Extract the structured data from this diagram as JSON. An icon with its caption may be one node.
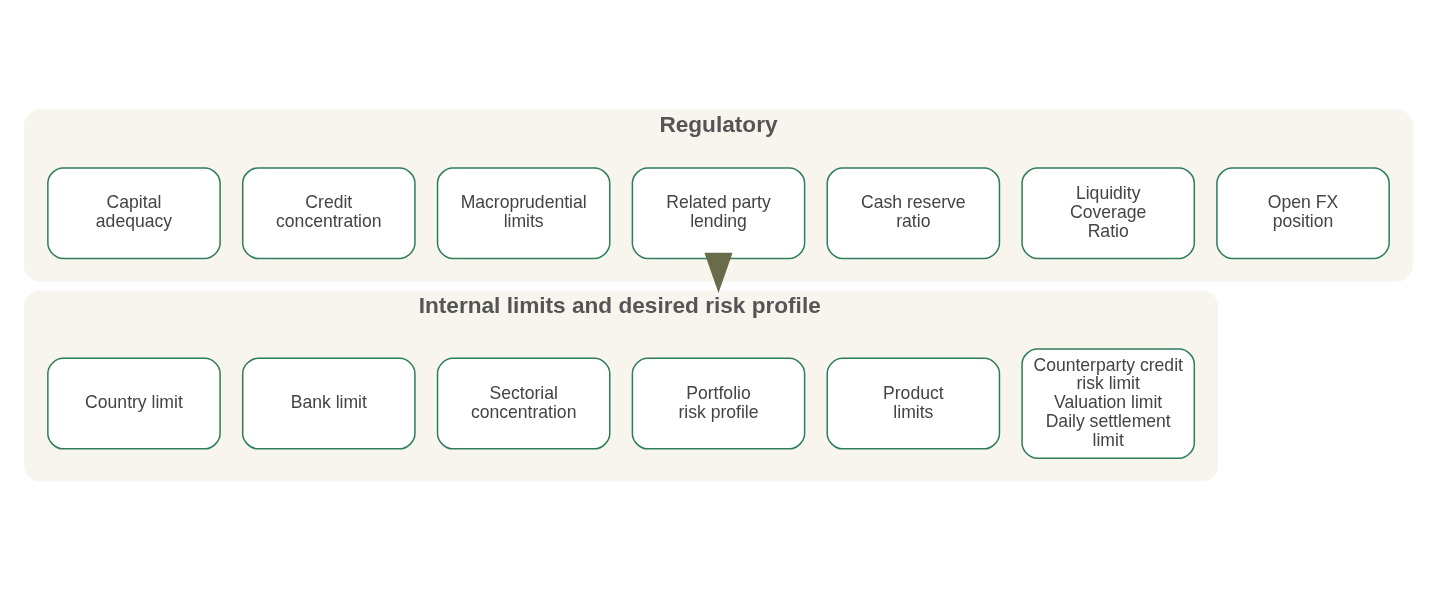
{
  "diagram": {
    "nodes": [
      {
        "text": [
          "Regulatory"
        ]
      },
      {
        "text": [
          "Capital adequacy"
        ],
        "in": 0
      },
      {
        "text": [
          "Credit concentration"
        ],
        "in": 0
      },
      {
        "text": [
          "Macroprudential limits"
        ],
        "in": 0
      },
      {
        "text": [
          "Related party lending"
        ],
        "in": 0
      },
      {
        "text": [
          "Cash reserve ratio"
        ],
        "in": 0
      },
      {
        "text": [
          "Liquidity Coverage Ratio"
        ],
        "in": 0
      },
      {
        "text": [
          "Open FX position"
        ],
        "in": 0
      },
      {
        "text": [
          "Internal limits and desired risk profile"
        ]
      },
      {
        "text": [
          "Country limit"
        ],
        "in": 8
      },
      {
        "text": [
          "Bank limit"
        ],
        "in": 8
      },
      {
        "text": [
          "Sectorial concentration"
        ],
        "in": 8
      },
      {
        "text": [
          "Portfolio risk profile"
        ],
        "in": 8
      },
      {
        "text": [
          "Product limits"
        ],
        "in": 8
      },
      {
        "text": [
          "Counterparty credit risk limit",
          "Valuation limit",
          "Daily settlement limit"
        ],
        "in": 8
      }
    ],
    "edges": [
      {
        "from": 0,
        "to": 8,
        "arrow": "to",
        "color": "#696b4b"
      }
    ]
  }
}
